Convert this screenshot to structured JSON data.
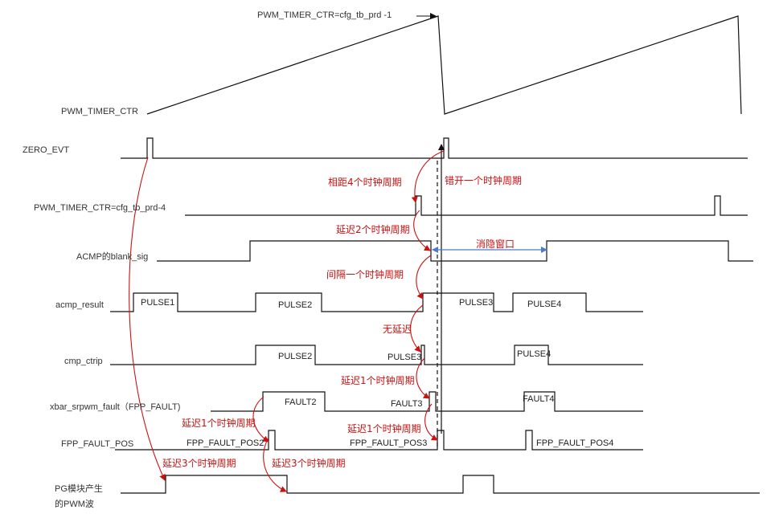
{
  "colors": {
    "wave": "#111111",
    "annotation": "#cc1111",
    "blank_arrow": "#4a7bd0"
  },
  "signals": {
    "pwm_timer_ctr": "PWM_TIMER_CTR",
    "zero_evt": "ZERO_EVT",
    "timer_prd4": "PWM_TIMER_CTR=cfg_tb_prd-4",
    "blank_sig": "ACMP的blank_sig",
    "acmp_result": "acmp_result",
    "cmp_ctrip": "cmp_ctrip",
    "xbar_fault": "xbar_srpwm_fault（FPP_FAULT)",
    "fpp_fault_pos": "FPP_FAULT_POS",
    "pg_pwm_line1": "PG模块产生",
    "pg_pwm_line2": "的PWM波"
  },
  "top_label": "PWM_TIMER_CTR=cfg_tb_prd -1",
  "pulses": {
    "acmp_pulse1": "PULSE1",
    "acmp_pulse2": "PULSE2",
    "acmp_pulse3": "PULSE3",
    "acmp_pulse4": "PULSE4",
    "ctrip_pulse2": "PULSE2",
    "ctrip_pulse3": "PULSE3",
    "ctrip_pulse4": "PULSE4",
    "fault2": "FAULT2",
    "fault3": "FAULT3",
    "fault4": "FAULT4",
    "fpp_pos2": "FPP_FAULT_POS2",
    "fpp_pos3": "FPP_FAULT_POS3",
    "fpp_pos4": "FPP_FAULT_POS4"
  },
  "annotations": {
    "dist4": "相距4个时钟周期",
    "offset1": "错开一个时钟周期",
    "delay2": "延迟2个时钟周期",
    "blank_window": "消隐窗口",
    "interval1": "间隔一个时钟周期",
    "no_delay": "无延迟",
    "delay1_a": "延迟1个时钟周期",
    "delay1_b": "延迟1个时钟周期",
    "delay1_c": "延迟1个时钟周期",
    "delay3_a": "延迟3个时钟周期",
    "delay3_b": "延迟3个时钟周期"
  }
}
